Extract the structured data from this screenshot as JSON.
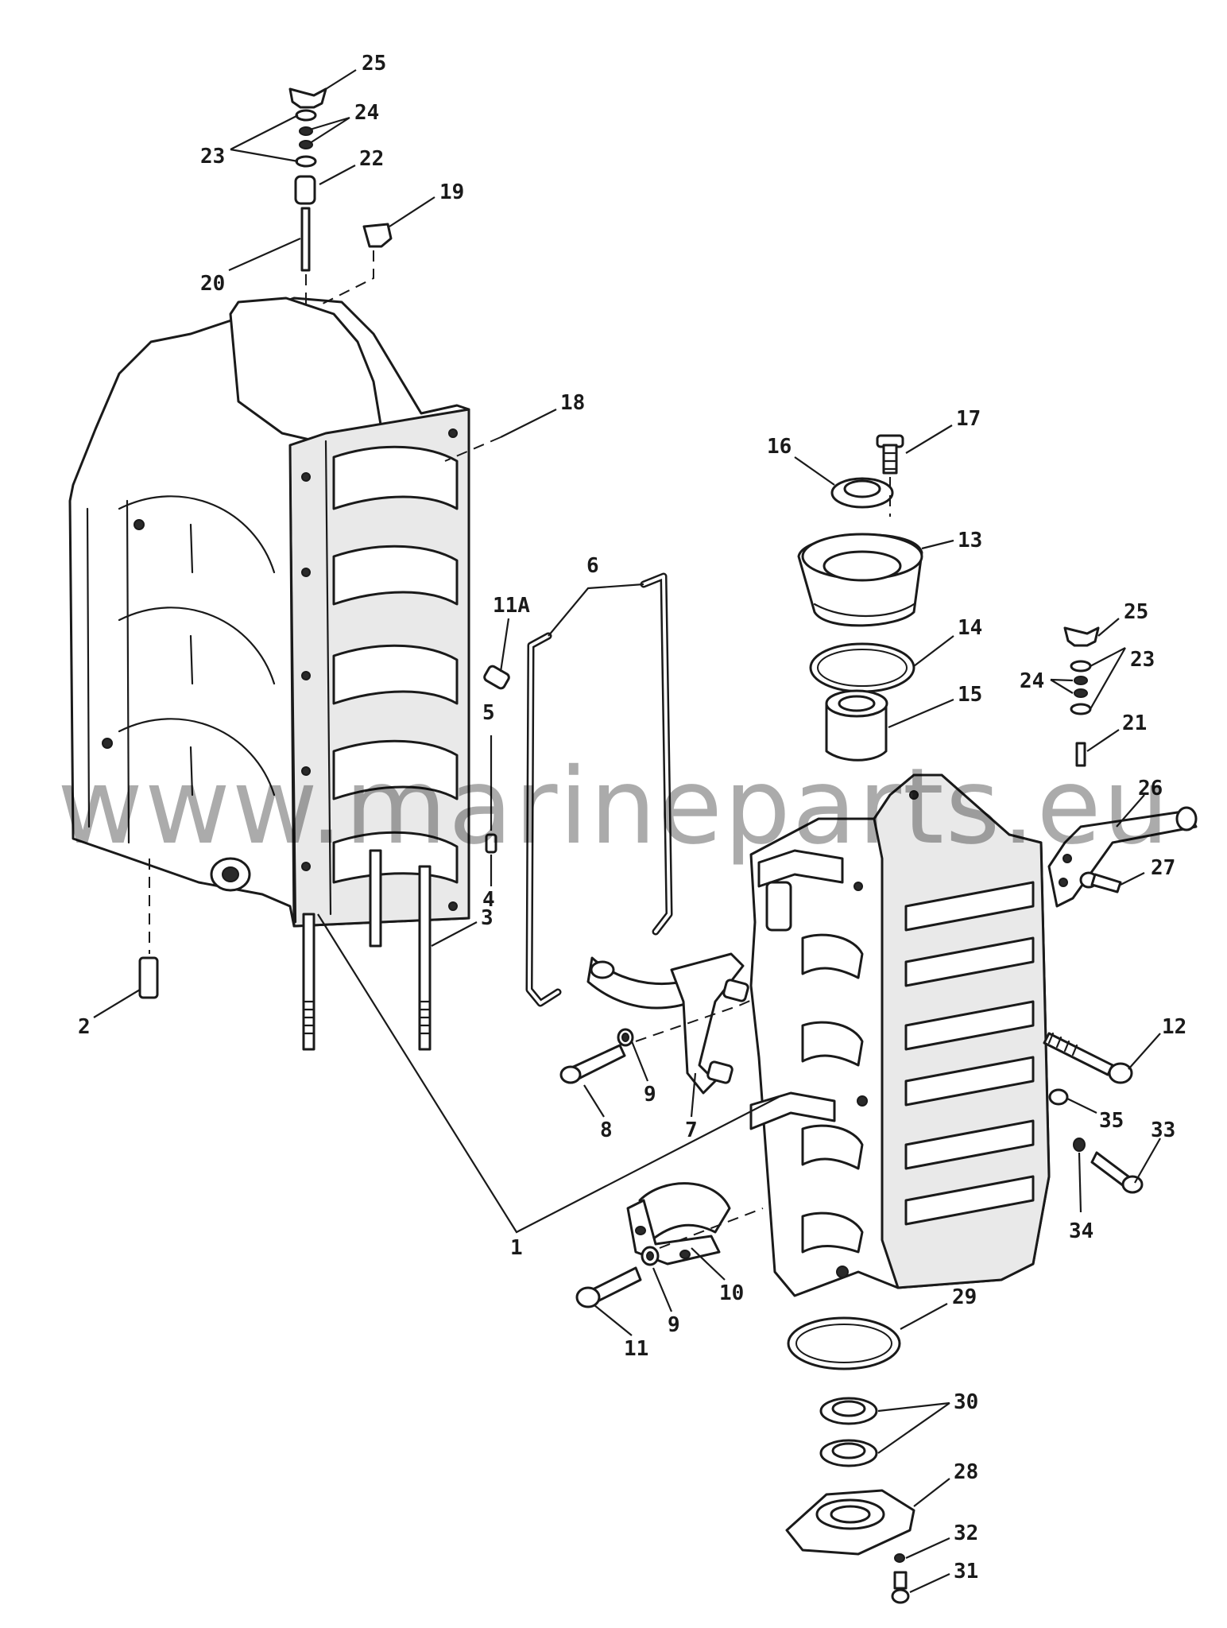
{
  "watermark": "www.marineparts.eu",
  "callouts": [
    {
      "id": "c25a",
      "label": "25"
    },
    {
      "id": "c24a",
      "label": "24"
    },
    {
      "id": "c23a",
      "label": "23"
    },
    {
      "id": "c22",
      "label": "22"
    },
    {
      "id": "c19",
      "label": "19"
    },
    {
      "id": "c20",
      "label": "20"
    },
    {
      "id": "c18",
      "label": "18"
    },
    {
      "id": "c17",
      "label": "17"
    },
    {
      "id": "c16",
      "label": "16"
    },
    {
      "id": "c13",
      "label": "13"
    },
    {
      "id": "c6",
      "label": "6"
    },
    {
      "id": "c11a",
      "label": "11A"
    },
    {
      "id": "c14",
      "label": "14"
    },
    {
      "id": "c25b",
      "label": "25"
    },
    {
      "id": "c23b",
      "label": "23"
    },
    {
      "id": "c24b",
      "label": "24"
    },
    {
      "id": "c15",
      "label": "15"
    },
    {
      "id": "c21",
      "label": "21"
    },
    {
      "id": "c5",
      "label": "5"
    },
    {
      "id": "c26",
      "label": "26"
    },
    {
      "id": "c4",
      "label": "4"
    },
    {
      "id": "c27",
      "label": "27"
    },
    {
      "id": "c3",
      "label": "3"
    },
    {
      "id": "c2",
      "label": "2"
    },
    {
      "id": "c12",
      "label": "12"
    },
    {
      "id": "c9a",
      "label": "9"
    },
    {
      "id": "c8",
      "label": "8"
    },
    {
      "id": "c7",
      "label": "7"
    },
    {
      "id": "c35",
      "label": "35"
    },
    {
      "id": "c33",
      "label": "33"
    },
    {
      "id": "c34",
      "label": "34"
    },
    {
      "id": "c1",
      "label": "1"
    },
    {
      "id": "c10",
      "label": "10"
    },
    {
      "id": "c9b",
      "label": "9"
    },
    {
      "id": "c11",
      "label": "11"
    },
    {
      "id": "c29",
      "label": "29"
    },
    {
      "id": "c30",
      "label": "30"
    },
    {
      "id": "c28",
      "label": "28"
    },
    {
      "id": "c32",
      "label": "32"
    },
    {
      "id": "c31",
      "label": "31"
    }
  ]
}
